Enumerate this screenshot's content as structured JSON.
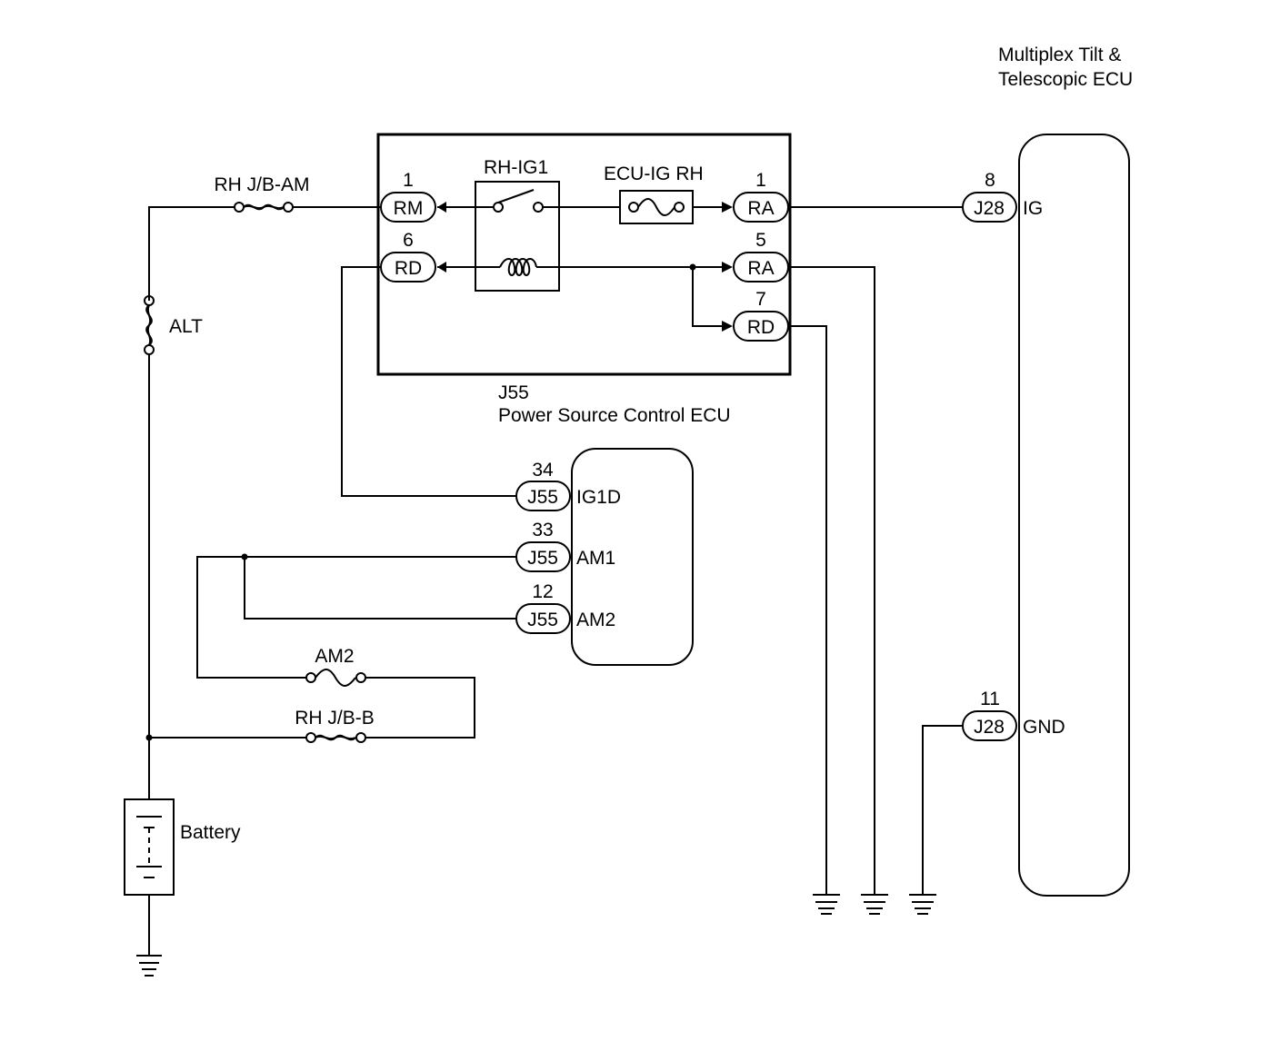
{
  "ecu_tilt": {
    "title_line1": "Multiplex Tilt &",
    "title_line2": "Telescopic ECU"
  },
  "ecu_power": {
    "connector": "J55",
    "name": "Power Source Control ECU"
  },
  "relay": {
    "label": "RH-IG1"
  },
  "fuses": {
    "rh_jb_am": "RH J/B-AM",
    "alt": "ALT",
    "ecu_ig_rh": "ECU-IG RH",
    "am2": "AM2",
    "rh_jb_b": "RH J/B-B"
  },
  "battery": {
    "label": "Battery"
  },
  "junction_pins": [
    {
      "pin": "1",
      "code": "RM"
    },
    {
      "pin": "6",
      "code": "RD"
    },
    {
      "pin": "1",
      "code": "RA"
    },
    {
      "pin": "5",
      "code": "RA"
    },
    {
      "pin": "7",
      "code": "RD"
    }
  ],
  "power_ecu_pins": [
    {
      "pin": "34",
      "connector": "J55",
      "terminal": "IG1D"
    },
    {
      "pin": "33",
      "connector": "J55",
      "terminal": "AM1"
    },
    {
      "pin": "12",
      "connector": "J55",
      "terminal": "AM2"
    }
  ],
  "tilt_ecu_pins": [
    {
      "pin": "8",
      "connector": "J28",
      "terminal": "IG"
    },
    {
      "pin": "11",
      "connector": "J28",
      "terminal": "GND"
    }
  ]
}
